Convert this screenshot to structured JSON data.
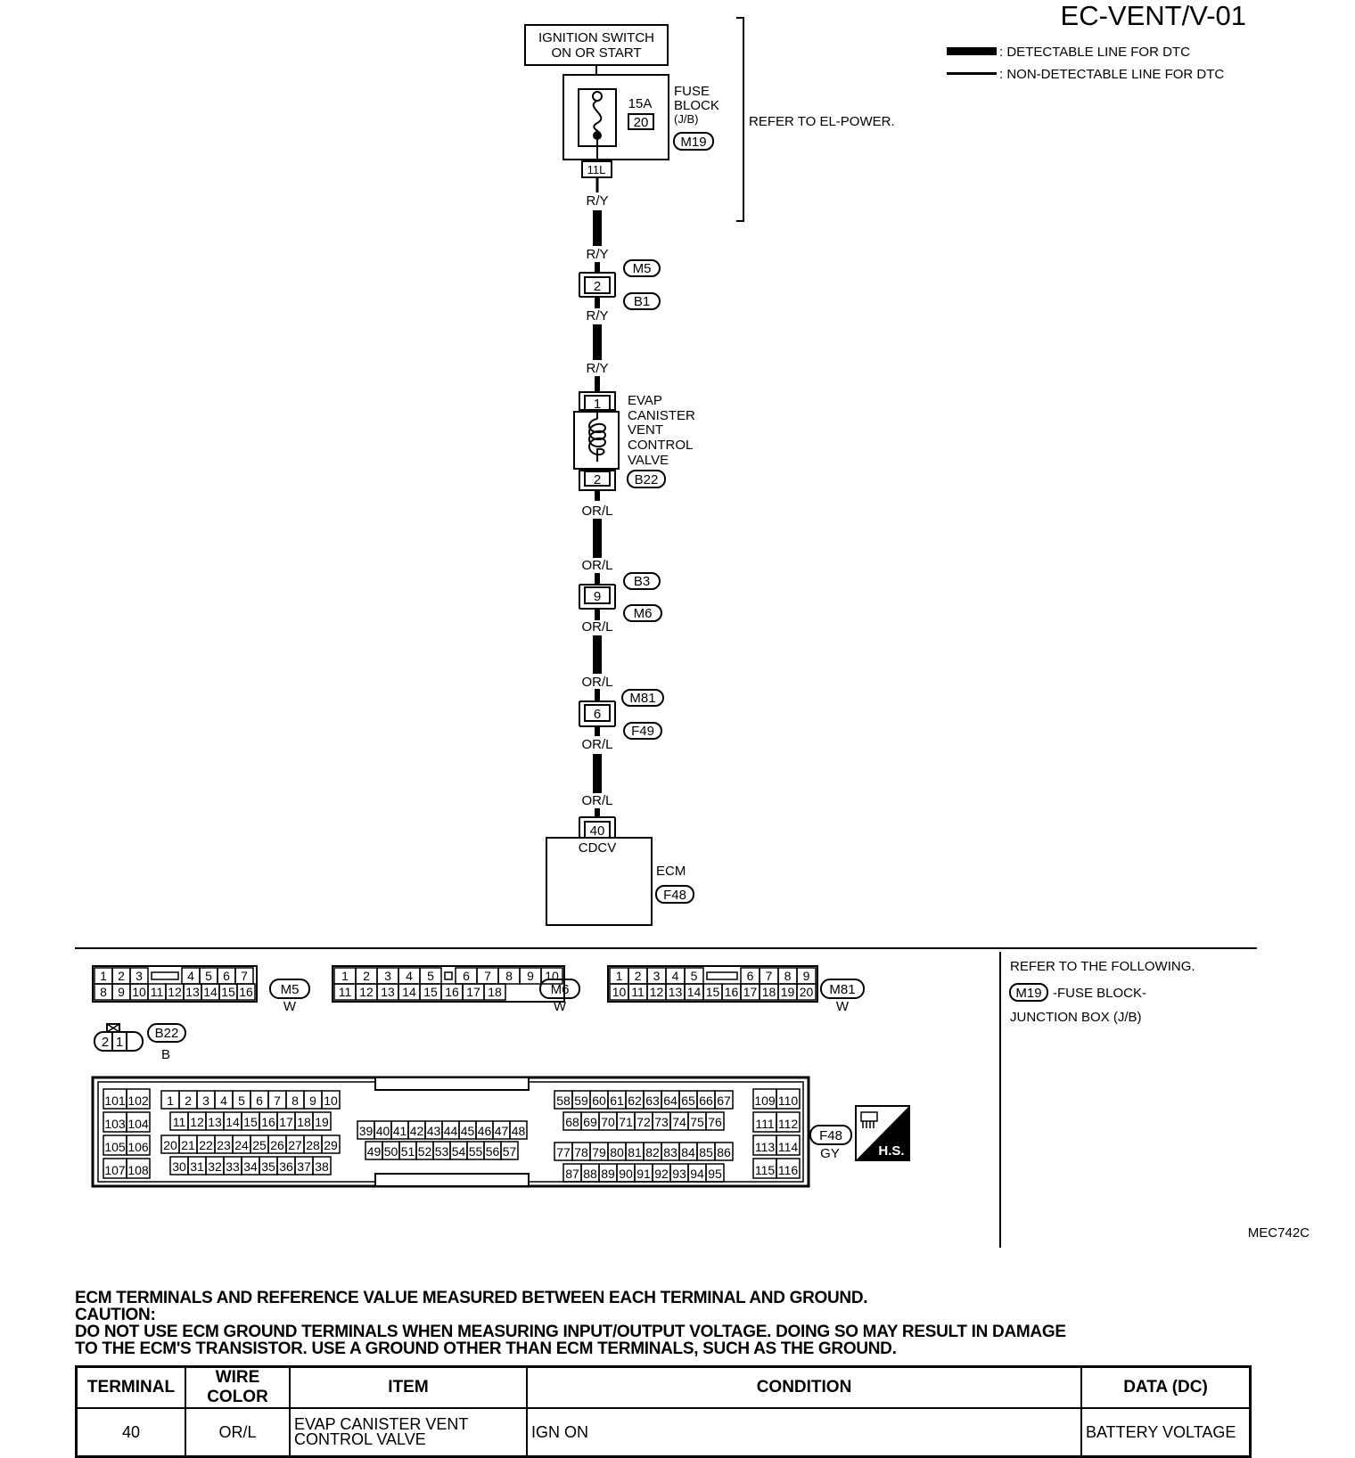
{
  "header": {
    "code": "EC-VENT/V-01",
    "legend": {
      "detectable": ": DETECTABLE LINE FOR DTC",
      "non_detectable": ": NON-DETECTABLE LINE FOR DTC"
    }
  },
  "schematic": {
    "ignition": {
      "line1": "IGNITION SWITCH",
      "line2": "ON OR START"
    },
    "fuse_block": {
      "amps": "15A",
      "number": "20",
      "label1": "FUSE",
      "label2": "BLOCK",
      "label3": "(J/B)",
      "connector": "M19",
      "terminal": "11L"
    },
    "refer": "REFER TO EL-POWER.",
    "wire_ry": "R/Y",
    "wire_orl": "OR/L",
    "joint1": {
      "pin": "2",
      "top": "M5",
      "bottom": "B1"
    },
    "valve": {
      "pin_top": "1",
      "pin_bottom": "2",
      "connector": "B22",
      "l1": "EVAP",
      "l2": "CANISTER",
      "l3": "VENT",
      "l4": "CONTROL",
      "l5": "VALVE"
    },
    "joint2": {
      "pin": "9",
      "top": "B3",
      "bottom": "M6"
    },
    "joint3": {
      "pin": "6",
      "top": "M81",
      "bottom": "F49"
    },
    "ecm": {
      "pin": "40",
      "signal": "CDCV",
      "label": "ECM",
      "connector": "F48"
    }
  },
  "connectors": {
    "m5": {
      "id": "M5",
      "color": "W",
      "row1": [
        "1",
        "2",
        "3",
        "4",
        "5",
        "6",
        "7"
      ],
      "row2": [
        "8",
        "9",
        "10",
        "11",
        "12",
        "13",
        "14",
        "15",
        "16"
      ]
    },
    "m6": {
      "id": "M6",
      "color": "W",
      "row1": [
        "1",
        "2",
        "3",
        "4",
        "5",
        "6",
        "7",
        "8",
        "9",
        "10"
      ],
      "row2": [
        "11",
        "12",
        "13",
        "14",
        "15",
        "16",
        "17",
        "18"
      ]
    },
    "m81": {
      "id": "M81",
      "color": "W",
      "row1": [
        "1",
        "2",
        "3",
        "4",
        "5",
        "6",
        "7",
        "8",
        "9"
      ],
      "row2": [
        "10",
        "11",
        "12",
        "13",
        "14",
        "15",
        "16",
        "17",
        "18",
        "19",
        "20"
      ]
    },
    "b22": {
      "id": "B22",
      "color": "B",
      "pins": [
        "2",
        "1"
      ]
    },
    "f48": {
      "id": "F48",
      "color": "GY",
      "hs": "H.S."
    }
  },
  "side_note": {
    "line1": "REFER TO THE FOLLOWING.",
    "connector": "M19",
    "line2": "-FUSE BLOCK-",
    "line3": "JUNCTION BOX (J/B)"
  },
  "figure_code": "MEC742C",
  "notes": {
    "line1": "ECM TERMINALS AND REFERENCE VALUE MEASURED BETWEEN EACH TERMINAL AND GROUND.",
    "line2": "CAUTION:",
    "line3": "DO NOT USE ECM GROUND TERMINALS WHEN MEASURING INPUT/OUTPUT VOLTAGE. DOING SO MAY RESULT IN DAMAGE",
    "line4": "TO THE ECM'S TRANSISTOR. USE A GROUND OTHER THAN ECM TERMINALS, SUCH AS THE GROUND."
  },
  "table": {
    "headers": {
      "terminal": "TERMINAL",
      "wire_color": "WIRE COLOR",
      "item": "ITEM",
      "condition": "CONDITION",
      "data": "DATA (DC)"
    },
    "rows": [
      {
        "terminal": "40",
        "wire_color": "OR/L",
        "item_line1": "EVAP CANISTER VENT",
        "item_line2": "CONTROL VALVE",
        "condition": "IGN ON",
        "data": "BATTERY VOLTAGE"
      }
    ]
  }
}
